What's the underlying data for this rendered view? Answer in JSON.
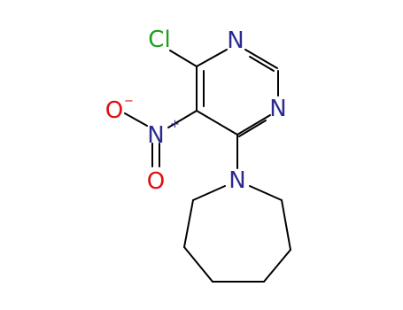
{
  "molecule": {
    "atoms": {
      "cl": {
        "label": "Cl",
        "color": "#1f9e1f"
      },
      "n1": {
        "label": "N",
        "color": "#2b2b8f"
      },
      "n3": {
        "label": "N",
        "color": "#2b2b8f"
      },
      "n_no2": {
        "label": "N",
        "color": "#2b2b8f"
      },
      "n_ring": {
        "label": "N",
        "color": "#2b2b8f"
      },
      "o1": {
        "label": "O",
        "color": "#e01010"
      },
      "o2": {
        "label": "O",
        "color": "#e01010"
      }
    },
    "bond_color": "#000000"
  }
}
